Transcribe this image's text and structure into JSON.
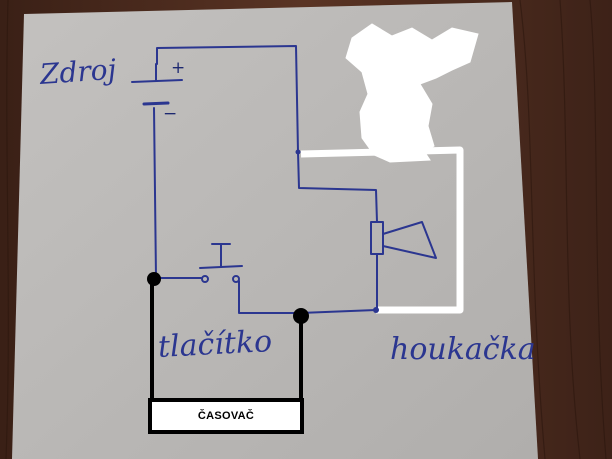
{
  "labels": {
    "source": "Zdroj",
    "plus": "+",
    "minus": "−",
    "button": "tlačítko",
    "horn": "houkačka",
    "timer": "ČASOVAČ"
  },
  "colors": {
    "wood": "#4a2a1c",
    "paper": "#b9b7b5",
    "ink": "#2b3690",
    "added_wire": "#000000",
    "white_overlay": "#ffffff"
  }
}
